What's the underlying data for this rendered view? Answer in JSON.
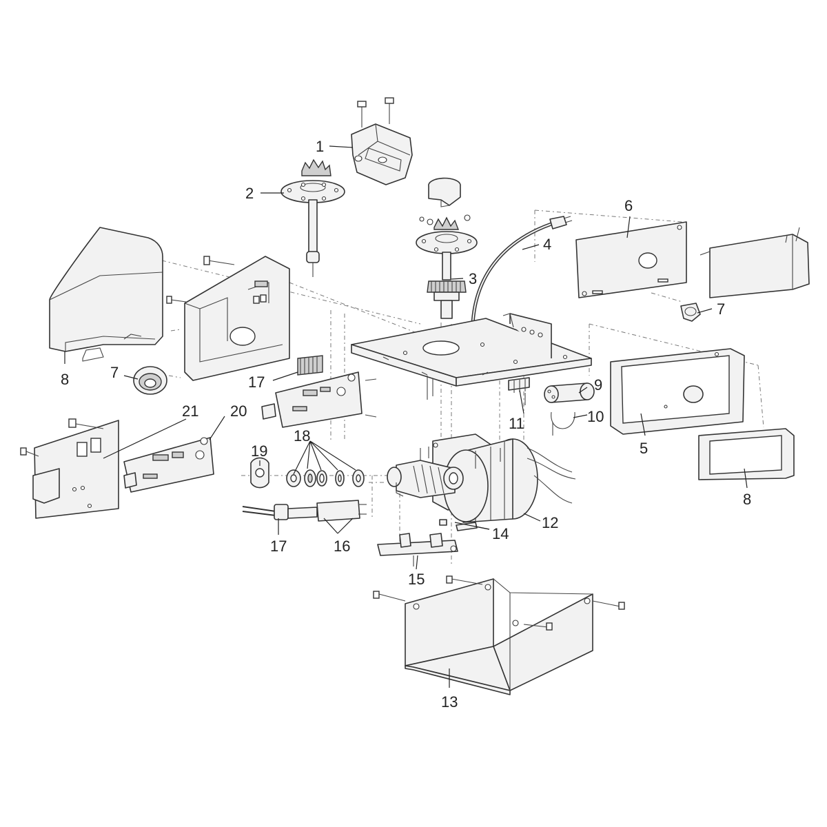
{
  "diagram": {
    "callouts": [
      {
        "key": "c1",
        "text": "1"
      },
      {
        "key": "c2",
        "text": "2"
      },
      {
        "key": "c3",
        "text": "3"
      },
      {
        "key": "c4",
        "text": "4"
      },
      {
        "key": "c5",
        "text": "5"
      },
      {
        "key": "c6",
        "text": "6"
      },
      {
        "key": "c7a",
        "text": "7"
      },
      {
        "key": "c7b",
        "text": "7"
      },
      {
        "key": "c8a",
        "text": "8"
      },
      {
        "key": "c8b",
        "text": "8"
      },
      {
        "key": "c9",
        "text": "9"
      },
      {
        "key": "c10",
        "text": "10"
      },
      {
        "key": "c11",
        "text": "11"
      },
      {
        "key": "c12",
        "text": "12"
      },
      {
        "key": "c13",
        "text": "13"
      },
      {
        "key": "c14",
        "text": "14"
      },
      {
        "key": "c15",
        "text": "15"
      },
      {
        "key": "c16",
        "text": "16"
      },
      {
        "key": "c17a",
        "text": "17"
      },
      {
        "key": "c17b",
        "text": "17"
      },
      {
        "key": "c18",
        "text": "18"
      },
      {
        "key": "c19",
        "text": "19"
      },
      {
        "key": "c20",
        "text": "20"
      },
      {
        "key": "c21",
        "text": "21"
      }
    ]
  }
}
